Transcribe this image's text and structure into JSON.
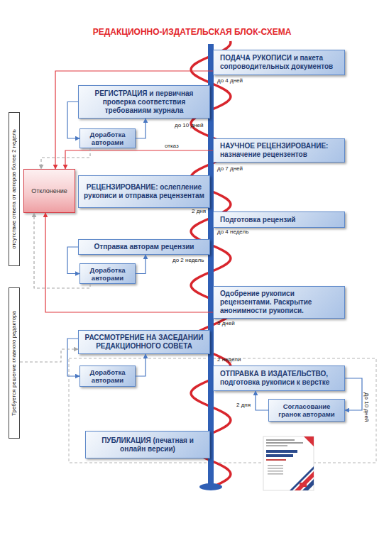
{
  "diagram": {
    "title": "РЕДАКЦИОННО-ИЗДАТЕЛЬСКАЯ БЛОК-СХЕМА",
    "nodes": [
      {
        "text": [
          "ПОДАЧА РУКОПИСИ и пакета сопроводительных документов"
        ]
      },
      {
        "text": [
          "РЕГИСТРАЦИЯ и первичная проверка соответствия требованиям журнала"
        ]
      },
      {
        "text": [
          "отсутствие ответа от авторов более 2 недель"
        ]
      },
      {
        "text": [
          "Доработка авторами"
        ]
      },
      {
        "text": [
          "НАУЧНОЕ РЕЦЕНЗИРОВАНИЕ: назначение рецензентов"
        ]
      },
      {
        "text": [
          "Отклонение"
        ]
      },
      {
        "text": [
          "РЕЦЕНЗИРОВАНИЕ: ослепление рукописи и отправка рецензентам"
        ]
      },
      {
        "text": [
          "Подготовка рецензий"
        ]
      },
      {
        "text": [
          "Отправка авторам рецензии"
        ]
      },
      {
        "text": [
          "Доработка авторами"
        ]
      },
      {
        "text": [
          "Одобрение рукописи рецензентами. Раскрытие анонимности рукописи."
        ]
      },
      {
        "text": [
          "Требуется решение главного редактора"
        ]
      },
      {
        "text": [
          "РАССМОТРЕНИЕ НА ЗАСЕДАНИИ РЕДАКЦИОННОГО СОВЕТА"
        ]
      },
      {
        "text": [
          "Доработка авторами"
        ]
      },
      {
        "text": [
          "ОТПРАВКА В ИЗДАТЕЛЬСТВО, подготовка рукописи к верстке"
        ]
      },
      {
        "text": [
          "Согласование гранок авторами"
        ]
      },
      {
        "text": [
          "ПУБЛИКАЦИЯ (печатная и онлайн версии)"
        ]
      }
    ],
    "edges": [
      {
        "from": 1,
        "to": 3,
        "arrow": "to"
      },
      {
        "from": 3,
        "to": 1,
        "arrow": "to"
      },
      {
        "from": 8,
        "to": 9,
        "arrow": "to"
      },
      {
        "from": 9,
        "to": 8,
        "arrow": "to"
      },
      {
        "from": 12,
        "to": 13,
        "arrow": "to"
      },
      {
        "from": 13,
        "to": 12,
        "arrow": "to"
      },
      {
        "from": 14,
        "to": 15,
        "arrow": "to",
        "label": "До 10 дней"
      },
      {
        "from": 15,
        "to": 14,
        "arrow": "to",
        "label": "2 дня"
      },
      {
        "from": 0,
        "to": 5,
        "arrow": "to"
      },
      {
        "from": 4,
        "to": 5,
        "arrow": "to",
        "label": "отказ"
      },
      {
        "from": 10,
        "to": 5,
        "arrow": "to"
      },
      {
        "from": 11,
        "to": 12,
        "arrow": "to"
      },
      {
        "from": 9,
        "to": 5,
        "arrow": "to"
      },
      {
        "from": 3,
        "to": 5,
        "arrow": "to"
      }
    ],
    "labels": [
      "до 4 дней",
      "до 10 дней",
      "до 7 дней",
      "2 дня",
      "до 4 недель",
      "до 2 недель",
      "5 дней",
      "2 недели"
    ]
  }
}
